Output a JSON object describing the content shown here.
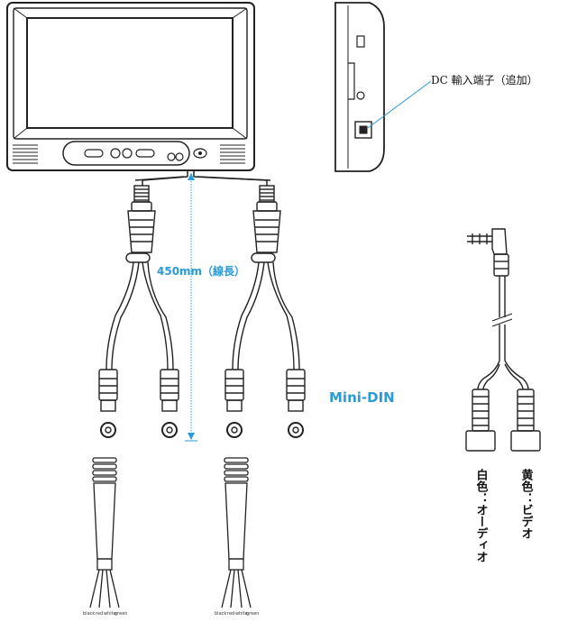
{
  "labels": {
    "dc_input": "DC 輸入端子（追加）",
    "cable_length": "450mm（線長）",
    "connector_type": "Mini-DIN",
    "white_audio": "白色：オーディオ",
    "yellow_video": "黄色：ビデオ",
    "wire_colors": [
      "black",
      "red",
      "white",
      "green"
    ]
  },
  "colors": {
    "line": "#222222",
    "accent": "#2a9bd6"
  }
}
